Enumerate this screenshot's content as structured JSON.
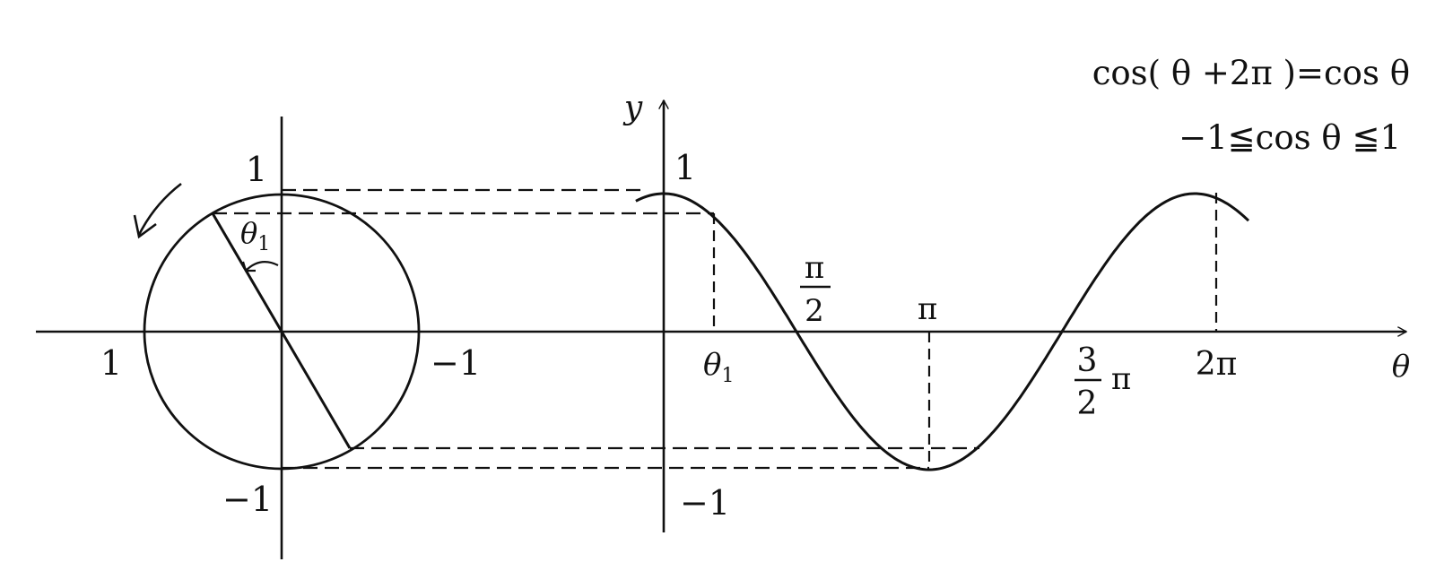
{
  "formulas": {
    "periodicity": "cos( θ +2π )=cos θ",
    "range": "−1≦cos θ ≦1"
  },
  "unit_circle": {
    "labels": {
      "top": "1",
      "bottom": "−1",
      "left": "1",
      "right": "−1",
      "angle": "θ",
      "angle_sub": "1"
    }
  },
  "graph": {
    "function": "y = cos θ",
    "y_axis_label": "y",
    "x_axis_label": "θ",
    "y_ticks": {
      "top": "1",
      "bottom": "−1"
    },
    "x_ticks": {
      "theta1": "θ",
      "theta1_sub": "1",
      "half_pi_num": "π",
      "half_pi_den": "2",
      "pi": "π",
      "three_half_num": "3",
      "three_half_den": "2",
      "three_half_pi": "π",
      "two_pi": "2π"
    }
  }
}
